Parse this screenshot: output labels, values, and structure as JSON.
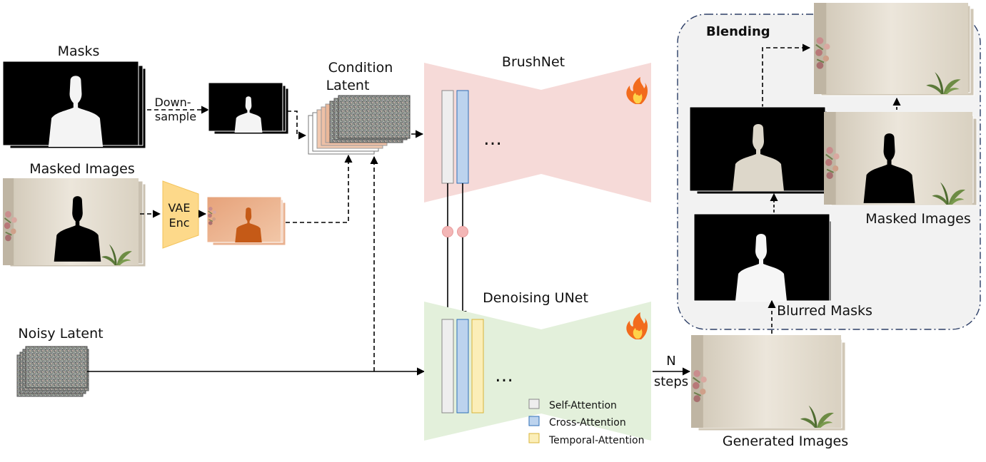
{
  "labels": {
    "masks": "Masks",
    "downsample_line1": "Down-",
    "downsample_line2": "sample",
    "masked_images_input": "Masked Images",
    "vae_line1": "VAE",
    "vae_line2": "Enc",
    "condition_line1": "Condition",
    "condition_line2": "Latent",
    "brushnet": "BrushNet",
    "denoising_unet": "Denoising UNet",
    "noisy_latent": "Noisy Latent",
    "n_steps_line1": "N",
    "n_steps_line2": "steps",
    "generated_images": "Generated Images",
    "blending": "Blending",
    "masked_images_blend": "Masked Images",
    "blurred_masks": "Blurred Masks",
    "ellipsis": "…"
  },
  "legend": [
    {
      "label": "Self-Attention",
      "color": "#eeeeee",
      "border": "#888888"
    },
    {
      "label": "Cross-Attention",
      "color": "#bcd3ee",
      "border": "#2e6fb7"
    },
    {
      "label": "Temporal-Attention",
      "color": "#fbeeb8",
      "border": "#d9b43a"
    }
  ],
  "colors": {
    "brushnet_bg": "#f6dad8",
    "unet_bg": "#e3f0db",
    "vae_bg": "#fdd98a",
    "blending_bg": "#f2f2f2",
    "connector_dot": "#f3b6b6"
  },
  "icons": [
    "fire-icon"
  ]
}
